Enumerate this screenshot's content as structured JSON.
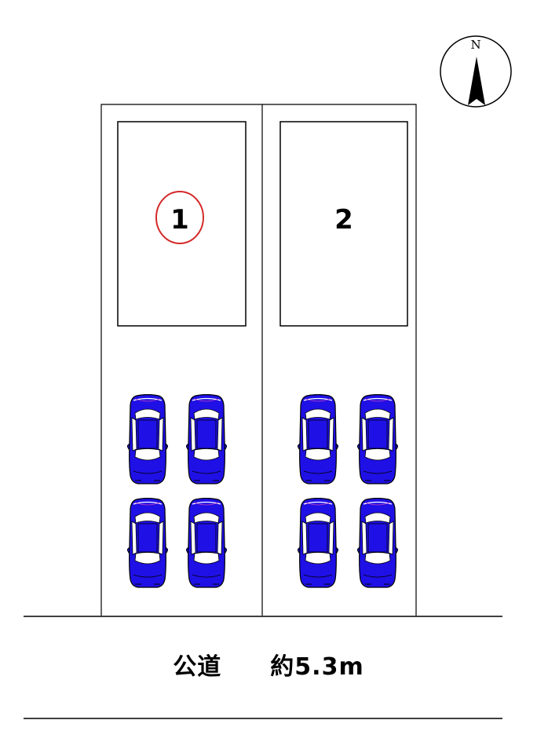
{
  "compass": {
    "direction_label": "N",
    "icon": "north-arrow-icon"
  },
  "plots": [
    {
      "label": "1",
      "highlighted": true
    },
    {
      "label": "2",
      "highlighted": false
    }
  ],
  "parking": {
    "cars_per_plot": 4,
    "car_icon": "car-top-view-icon",
    "car_color": "#1f10e6"
  },
  "road": {
    "label": "公道　　約5.3m"
  },
  "colors": {
    "highlight_circle": "#d42a2a",
    "lines": "#000000"
  }
}
